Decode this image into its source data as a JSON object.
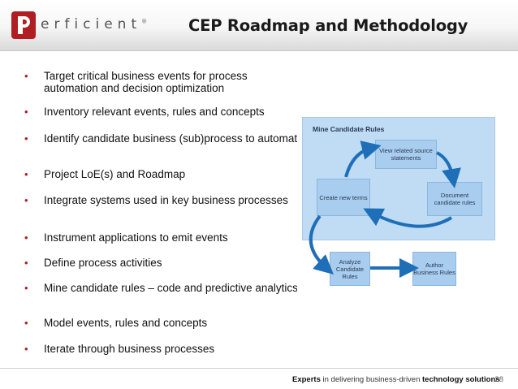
{
  "logo": {
    "wordmark": "erficient",
    "reg": "®"
  },
  "title": "CEP Roadmap and Methodology",
  "bullet_symbol": "•",
  "bullets": [
    "Target critical business events for process automation and decision optimization",
    "Inventory relevant events, rules and concepts",
    "Identify candidate business (sub)process to automate",
    "Project LoE(s) and Roadmap",
    "Integrate systems used in key business processes",
    "Instrument applications to emit events",
    "Define process activities",
    "Mine candidate rules – code and predictive analytics",
    "Model events, rules and concepts",
    "Iterate through business processes"
  ],
  "diagram": {
    "title": "Mine Candidate Rules",
    "boxes": {
      "view": "View related source statements",
      "create": "Create new terms",
      "document": "Document candidate rules",
      "analyze": "Analyze Candidate Rules",
      "author": "Author Business Rules"
    }
  },
  "footer": {
    "tagline_strong1": "Experts",
    "tagline_mid": " in delivering business-driven ",
    "tagline_strong2": "technology solutions",
    "page": "28"
  },
  "colors": {
    "brand_red": "#b01e23",
    "diagram_blue": "#bfdcf4",
    "arrow_blue": "#1e6fb8"
  }
}
